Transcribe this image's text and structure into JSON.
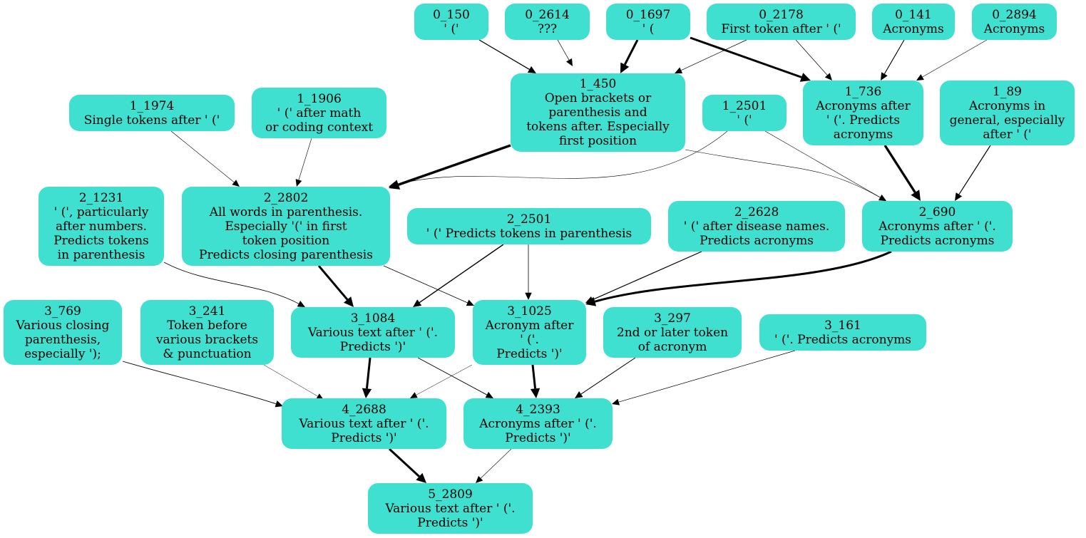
{
  "colors": {
    "node_fill": "#40e0d0",
    "edge": "#000000",
    "background": "#ffffff"
  },
  "nodes": [
    {
      "id": "0_150",
      "label": "' ('"
    },
    {
      "id": "0_2614",
      "label": "???"
    },
    {
      "id": "0_1697",
      "label": "' ("
    },
    {
      "id": "0_2178",
      "label": "First token after ' ('"
    },
    {
      "id": "0_141",
      "label": "Acronyms"
    },
    {
      "id": "0_2894",
      "label": "Acronyms"
    },
    {
      "id": "1_450",
      "label": "Open brackets or\nparenthesis and\ntokens after. Especially\nfirst position"
    },
    {
      "id": "1_1974",
      "label": "Single tokens after ' ('"
    },
    {
      "id": "1_1906",
      "label": "' (' after math\nor coding context"
    },
    {
      "id": "1_2501",
      "label": "' ('"
    },
    {
      "id": "1_736",
      "label": "Acronyms after\n' ('. Predicts\nacronyms"
    },
    {
      "id": "1_89",
      "label": "Acronyms in\ngeneral, especially\nafter ' ('"
    },
    {
      "id": "2_1231",
      "label": "' (', particularly\nafter numbers.\nPredicts tokens\nin parenthesis"
    },
    {
      "id": "2_2802",
      "label": "All words in parenthesis.\nEspecially '(' in first\ntoken position\nPredicts closing parenthesis"
    },
    {
      "id": "2_2501",
      "label": "' (' Predicts tokens in parenthesis"
    },
    {
      "id": "2_2628",
      "label": "' (' after disease names.\nPredicts acronyms"
    },
    {
      "id": "2_690",
      "label": "Acronyms after ' ('.\nPredicts acronyms"
    },
    {
      "id": "3_769",
      "label": "Various closing\nparenthesis,\nespecially ');"
    },
    {
      "id": "3_241",
      "label": "Token before\nvarious brackets\n& punctuation"
    },
    {
      "id": "3_1084",
      "label": "Various text after ' ('.\nPredicts ')'"
    },
    {
      "id": "3_1025",
      "label": "Acronym after\n' ('.\nPredicts ')'"
    },
    {
      "id": "3_297",
      "label": "2nd or later token\nof acronym"
    },
    {
      "id": "3_161",
      "label": "' ('. Predicts acronyms"
    },
    {
      "id": "4_2688",
      "label": "Various text after ' ('.\nPredicts ')'"
    },
    {
      "id": "4_2393",
      "label": "Acronyms after ' ('.\nPredicts ')'"
    },
    {
      "id": "5_2809",
      "label": "Various text after ' ('.\nPredicts ')'"
    }
  ],
  "edges": [
    {
      "from": "0_150",
      "to": "1_450",
      "weight": 1.3
    },
    {
      "from": "0_2614",
      "to": "1_450",
      "weight": 0.7
    },
    {
      "from": "0_1697",
      "to": "1_450",
      "weight": 3
    },
    {
      "from": "0_2178",
      "to": "1_450",
      "weight": 0.7
    },
    {
      "from": "0_1697",
      "to": "1_736",
      "weight": 3
    },
    {
      "from": "0_2178",
      "to": "1_736",
      "weight": 0.7
    },
    {
      "from": "0_141",
      "to": "1_736",
      "weight": 1.1
    },
    {
      "from": "0_2894",
      "to": "1_736",
      "weight": 0.6
    },
    {
      "from": "1_450",
      "to": "2_2802",
      "weight": 3.5
    },
    {
      "from": "1_1974",
      "to": "2_2802",
      "weight": 0.6
    },
    {
      "from": "1_1906",
      "to": "2_2802",
      "weight": 0.6
    },
    {
      "from": "1_2501",
      "to": "2_2802",
      "weight": 0.6
    },
    {
      "from": "1_450",
      "to": "2_690",
      "weight": 0.6
    },
    {
      "from": "1_2501",
      "to": "2_690",
      "weight": 0.6
    },
    {
      "from": "1_736",
      "to": "2_690",
      "weight": 3.3
    },
    {
      "from": "1_89",
      "to": "2_690",
      "weight": 1.2
    },
    {
      "from": "2_1231",
      "to": "3_1084",
      "weight": 0.8
    },
    {
      "from": "2_2802",
      "to": "3_1084",
      "weight": 3
    },
    {
      "from": "2_2501",
      "to": "3_1084",
      "weight": 1.4
    },
    {
      "from": "2_2802",
      "to": "3_1025",
      "weight": 0.8
    },
    {
      "from": "2_2501",
      "to": "3_1025",
      "weight": 0.8
    },
    {
      "from": "2_2628",
      "to": "3_1025",
      "weight": 1.2
    },
    {
      "from": "2_690",
      "to": "3_1025",
      "weight": 3
    },
    {
      "from": "3_769",
      "to": "4_2688",
      "weight": 0.9
    },
    {
      "from": "3_241",
      "to": "4_2688",
      "weight": 0.5
    },
    {
      "from": "3_1084",
      "to": "4_2688",
      "weight": 3
    },
    {
      "from": "3_1025",
      "to": "4_2688",
      "weight": 0.5
    },
    {
      "from": "3_1084",
      "to": "4_2393",
      "weight": 0.9
    },
    {
      "from": "3_1025",
      "to": "4_2393",
      "weight": 3
    },
    {
      "from": "3_297",
      "to": "4_2393",
      "weight": 1
    },
    {
      "from": "3_161",
      "to": "4_2393",
      "weight": 0.7
    },
    {
      "from": "4_2688",
      "to": "5_2809",
      "weight": 3
    },
    {
      "from": "4_2393",
      "to": "5_2809",
      "weight": 0.6
    }
  ]
}
